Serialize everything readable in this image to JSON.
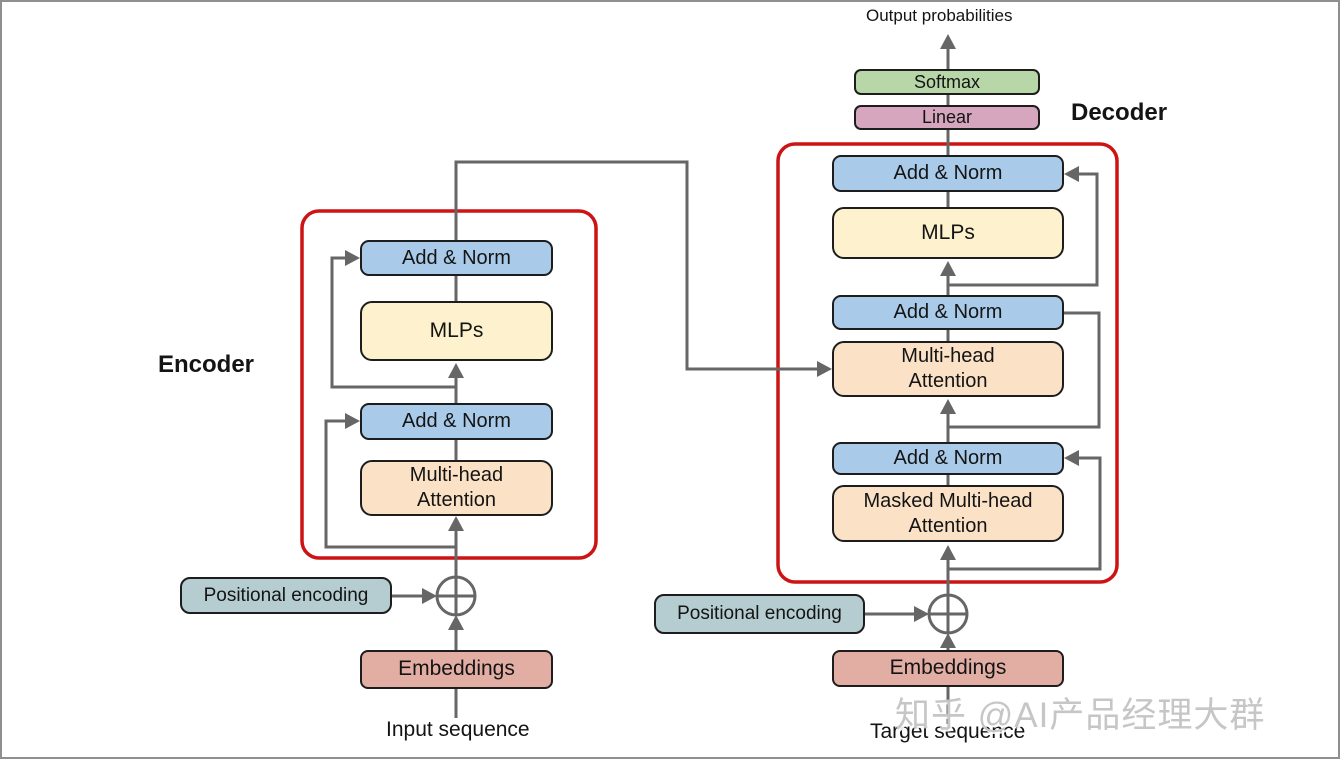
{
  "labels": {
    "output_probabilities": "Output probabilities",
    "encoder": "Encoder",
    "decoder": "Decoder",
    "input_sequence": "Input sequence",
    "target_sequence": "Target sequence"
  },
  "blocks": {
    "add_norm": "Add & Norm",
    "mlps": "MLPs",
    "multi_head_attention": "Multi-head Attention",
    "masked_multi_head_attention": "Masked Multi-head Attention",
    "softmax": "Softmax",
    "linear": "Linear",
    "positional_encoding": "Positional encoding",
    "embeddings": "Embeddings"
  },
  "watermark": "知乎 @AI产品经理大群",
  "palette": {
    "add_norm_fill": "#a9cbe9",
    "mlps_fill": "#fdf2cd",
    "attention_fill": "#fbe2c6",
    "softmax_fill": "#b7d7a8",
    "linear_fill": "#d5a6bd",
    "positional_fill": "#b5cdd0",
    "embeddings_fill": "#e2aea4",
    "region_outline": "#cc1414",
    "connector": "#666666",
    "watermark_color": "#c6c6c6"
  }
}
